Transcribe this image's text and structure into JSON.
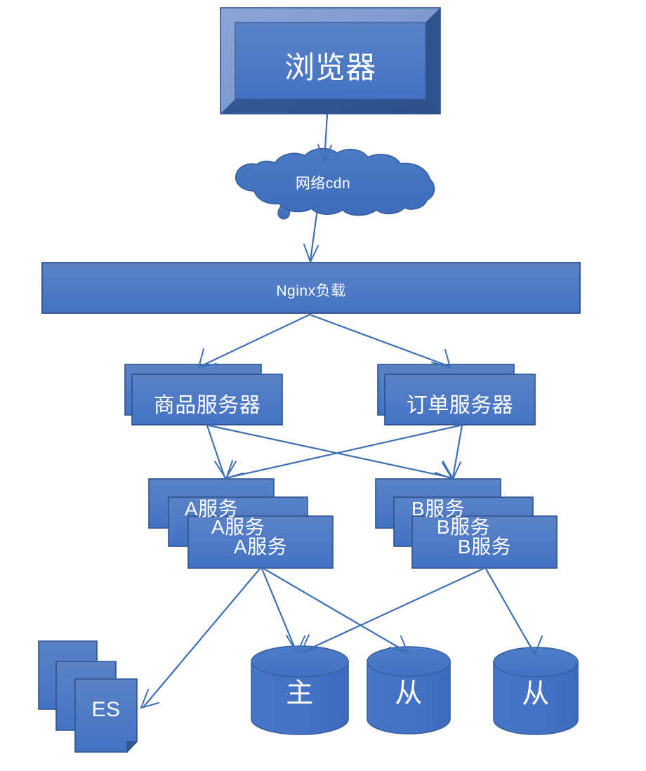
{
  "diagram": {
    "title": "Web Architecture Topology",
    "colors": {
      "fill": "#4472C4",
      "fill_light": "#5B84C7",
      "bevel_light": "#7E9BD0",
      "bevel_dark": "#2E5290",
      "stroke": "#3A5FA0",
      "line": "#3F6FB5",
      "text": "#FFFFFF",
      "background": "#FFFFFF"
    },
    "nodes": {
      "browser": {
        "label": "浏览器",
        "shape": "beveled-rectangle"
      },
      "cdn": {
        "label": "网络cdn",
        "shape": "cloud"
      },
      "nginx": {
        "label": "Nginx负载",
        "shape": "rectangle"
      },
      "product_server": {
        "label": "商品服务器",
        "shape": "stacked-rectangle",
        "stack_count": 2
      },
      "order_server": {
        "label": "订单服务器",
        "shape": "stacked-rectangle",
        "stack_count": 2
      },
      "service_a": {
        "label": "A服务",
        "shape": "stacked-rectangle",
        "stack_count": 3
      },
      "service_b": {
        "label": "B服务",
        "shape": "stacked-rectangle",
        "stack_count": 3
      },
      "es": {
        "label": "ES",
        "shape": "stacked-document",
        "stack_count": 3
      },
      "db_master": {
        "label": "主",
        "shape": "cylinder"
      },
      "db_slave_1": {
        "label": "从",
        "shape": "cylinder"
      },
      "db_slave_2": {
        "label": "从",
        "shape": "cylinder"
      }
    },
    "edges": [
      {
        "from": "browser",
        "to": "cdn"
      },
      {
        "from": "cdn",
        "to": "nginx"
      },
      {
        "from": "nginx",
        "to": "product_server"
      },
      {
        "from": "nginx",
        "to": "order_server"
      },
      {
        "from": "product_server",
        "to": "service_a"
      },
      {
        "from": "product_server",
        "to": "service_b"
      },
      {
        "from": "order_server",
        "to": "service_a"
      },
      {
        "from": "order_server",
        "to": "service_b"
      },
      {
        "from": "service_a",
        "to": "es"
      },
      {
        "from": "service_a",
        "to": "db_master"
      },
      {
        "from": "service_a",
        "to": "db_slave_1"
      },
      {
        "from": "service_b",
        "to": "db_master"
      },
      {
        "from": "service_b",
        "to": "db_slave_2"
      }
    ]
  }
}
